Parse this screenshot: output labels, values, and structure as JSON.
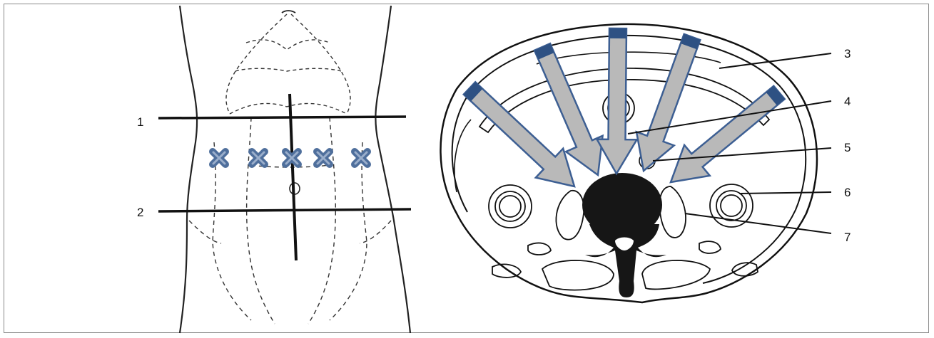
{
  "left_panel": {
    "level_labels": [
      "1",
      "2"
    ],
    "injection_marker_count": 5,
    "colors": {
      "marker": "#4f6f9c",
      "marker_fill": "#9aaecb",
      "line": "#111111"
    }
  },
  "right_panel": {
    "callout_labels": [
      "3",
      "4",
      "5",
      "6",
      "7"
    ],
    "arrow_count": 5,
    "colors": {
      "arrow_fill": "#b9b9b9",
      "arrow_stroke": "#3d5f93",
      "arrow_cap": "#2e5183",
      "vertebra": "#161616"
    }
  }
}
